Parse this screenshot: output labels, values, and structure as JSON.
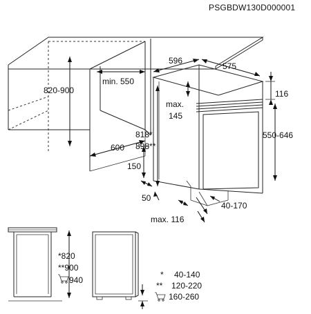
{
  "document_code": "PSGBDW130D000001",
  "dimensions": {
    "cabinet_height": "820-900",
    "min_opening": "min. 550",
    "cabinet_depth": "600",
    "width": "596",
    "depth": "575",
    "top_offset": "116",
    "max_145_line1": "max.",
    "max_145_line2": "145",
    "height_818": "818*",
    "height_898": "898**",
    "appliance_height": "550-646",
    "plinth_150": "150",
    "plinth_50": "50",
    "max_116": "max. 116",
    "range_40_170": "40-170"
  },
  "side_view": {
    "height_820": "*820",
    "height_900": "**900",
    "height_940": "940"
  },
  "legend": [
    {
      "mark": "*",
      "value": "40-140"
    },
    {
      "mark": "**",
      "value": "120-220"
    },
    {
      "mark": "",
      "value": "160-260"
    }
  ]
}
